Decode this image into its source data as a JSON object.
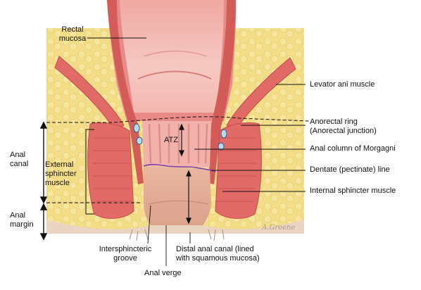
{
  "labels": {
    "rectal_mucosa": "Rectal\nmucosa",
    "levator_ani": "Levator ani muscle",
    "anorectal_ring": "Anorectal ring\n(Anorectal junction)",
    "anal_column": "Anal column of Morgagni",
    "dentate_line": "Dentate (pectinate) line",
    "internal_sphincter": "Internal sphincter muscle",
    "anal_canal": "Anal\ncanal",
    "external_sphincter": "External\nsphincter\nmuscle",
    "anal_margin": "Anal\nmargin",
    "atz": "ATZ",
    "intersphincteric_groove": "Intersphincteric\ngroove",
    "distal_anal_canal": "Distal anal canal (lined\nwith squamous mucosa)",
    "anal_verge": "Anal verge"
  },
  "signature": "A.Greene",
  "colors": {
    "fat": "#f3dd86",
    "muscle": "#e26a66",
    "muscle_dark": "#c44a4a",
    "mucosa": "#efa6a0",
    "lumen": "#f5c3be",
    "skin": "#e8bba0",
    "dentate": "#7b3bb0"
  }
}
